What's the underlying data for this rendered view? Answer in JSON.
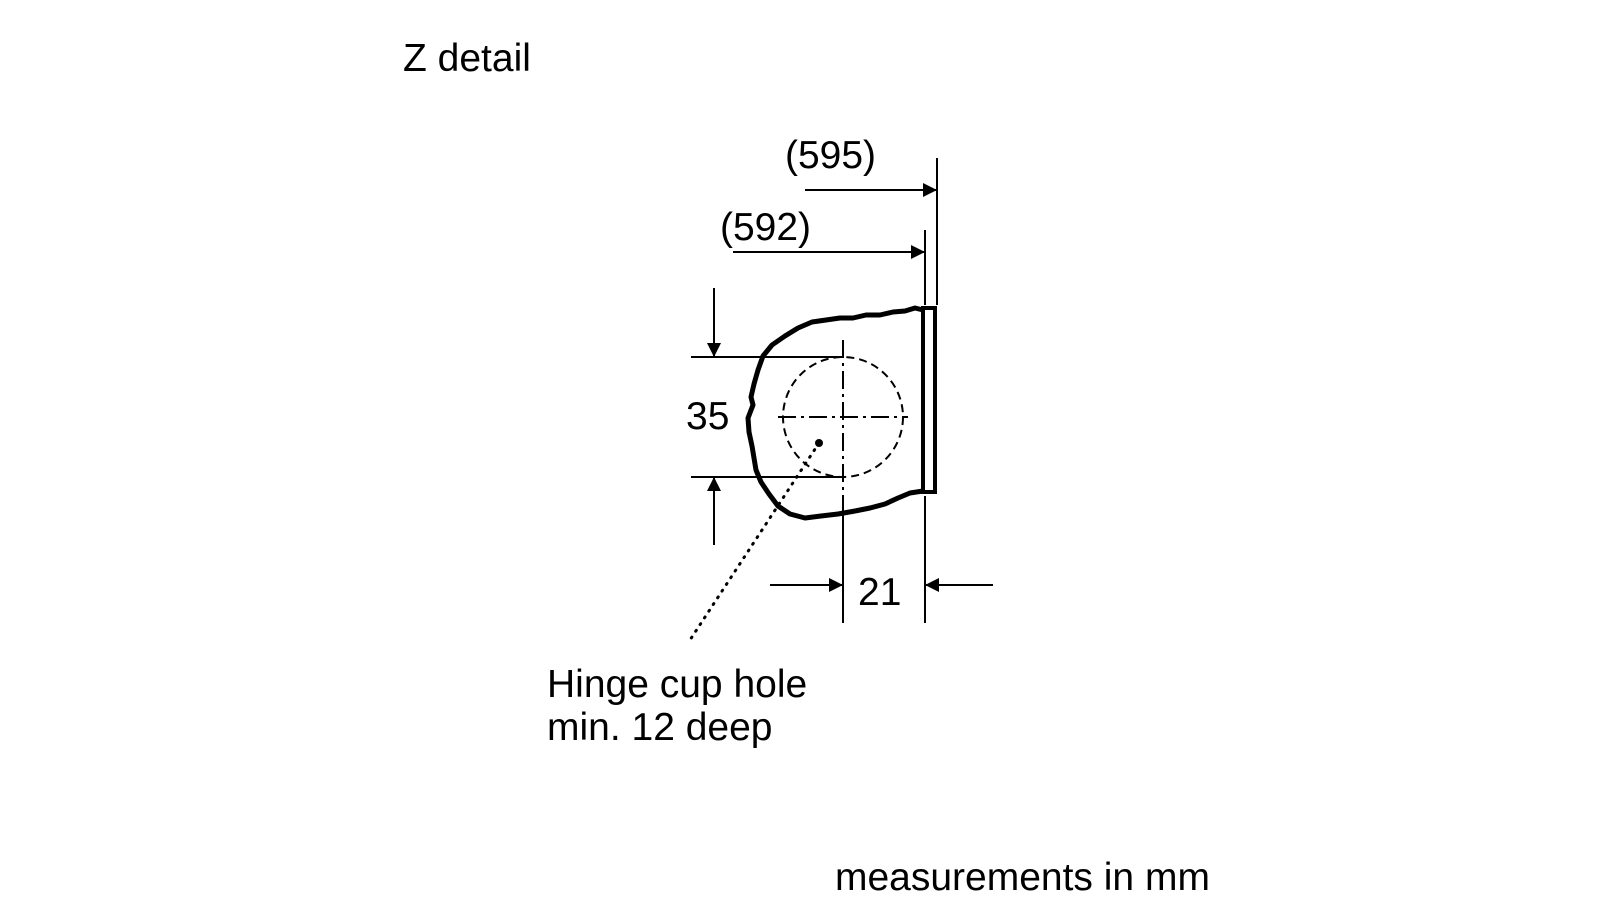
{
  "title": "Z detail",
  "dimensions": {
    "outer_width": "(595)",
    "inner_width": "(592)",
    "hinge_height": "35",
    "hinge_offset": "21"
  },
  "note": {
    "line1": "Hinge cup hole",
    "line2": "min. 12 deep"
  },
  "units_note": "measurements in mm"
}
